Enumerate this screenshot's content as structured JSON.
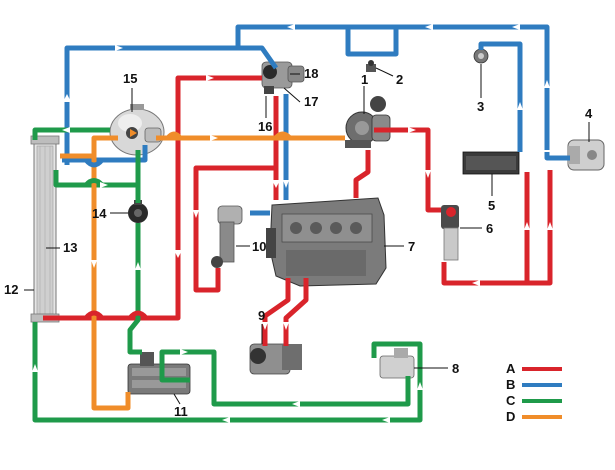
{
  "colors": {
    "red": "#d9242b",
    "blue": "#2f7cc0",
    "green": "#1f9a4a",
    "orange": "#f08d2a"
  },
  "callouts": [
    "1",
    "2",
    "3",
    "4",
    "5",
    "6",
    "7",
    "8",
    "9",
    "10",
    "11",
    "12",
    "13",
    "14",
    "15",
    "16",
    "17",
    "18"
  ],
  "legend": [
    {
      "label": "A",
      "color": "#d9242b"
    },
    {
      "label": "B",
      "color": "#2f7cc0"
    },
    {
      "label": "C",
      "color": "#1f9a4a"
    },
    {
      "label": "D",
      "color": "#f08d2a"
    }
  ]
}
